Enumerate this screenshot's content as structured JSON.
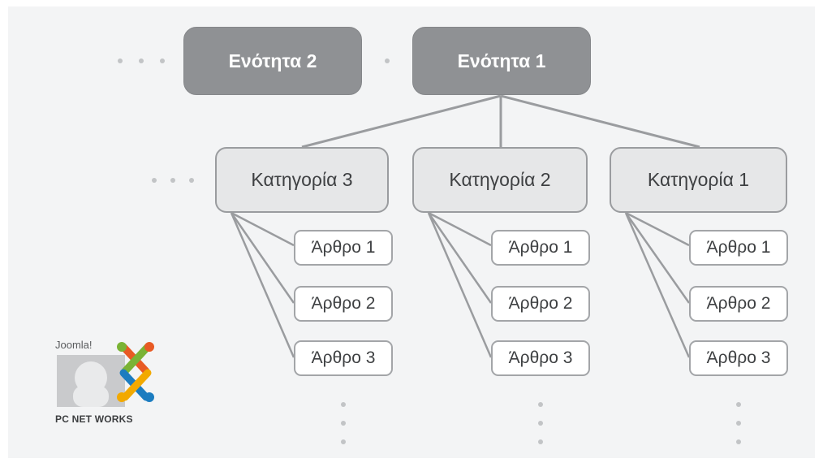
{
  "sections": [
    {
      "label": "Ενότητα 2"
    },
    {
      "label": "Ενότητα 1"
    }
  ],
  "categories": [
    {
      "label": "Κατηγορία 3",
      "articles": [
        "Άρθρο 1",
        "Άρθρο 2",
        "Άρθρο 3"
      ]
    },
    {
      "label": "Κατηγορία 2",
      "articles": [
        "Άρθρο 1",
        "Άρθρο 2",
        "Άρθρο 3"
      ]
    },
    {
      "label": "Κατηγορία 1",
      "articles": [
        "Άρθρο 1",
        "Άρθρο 2",
        "Άρθρο 3"
      ]
    }
  ],
  "logo": {
    "brand_text": "Joomla!",
    "company_text": "PC NET WORKS"
  },
  "colors": {
    "section_fill": "#8f9194",
    "category_fill": "#e6e7e8",
    "article_fill": "#ffffff",
    "connector": "#9a9c9f"
  }
}
